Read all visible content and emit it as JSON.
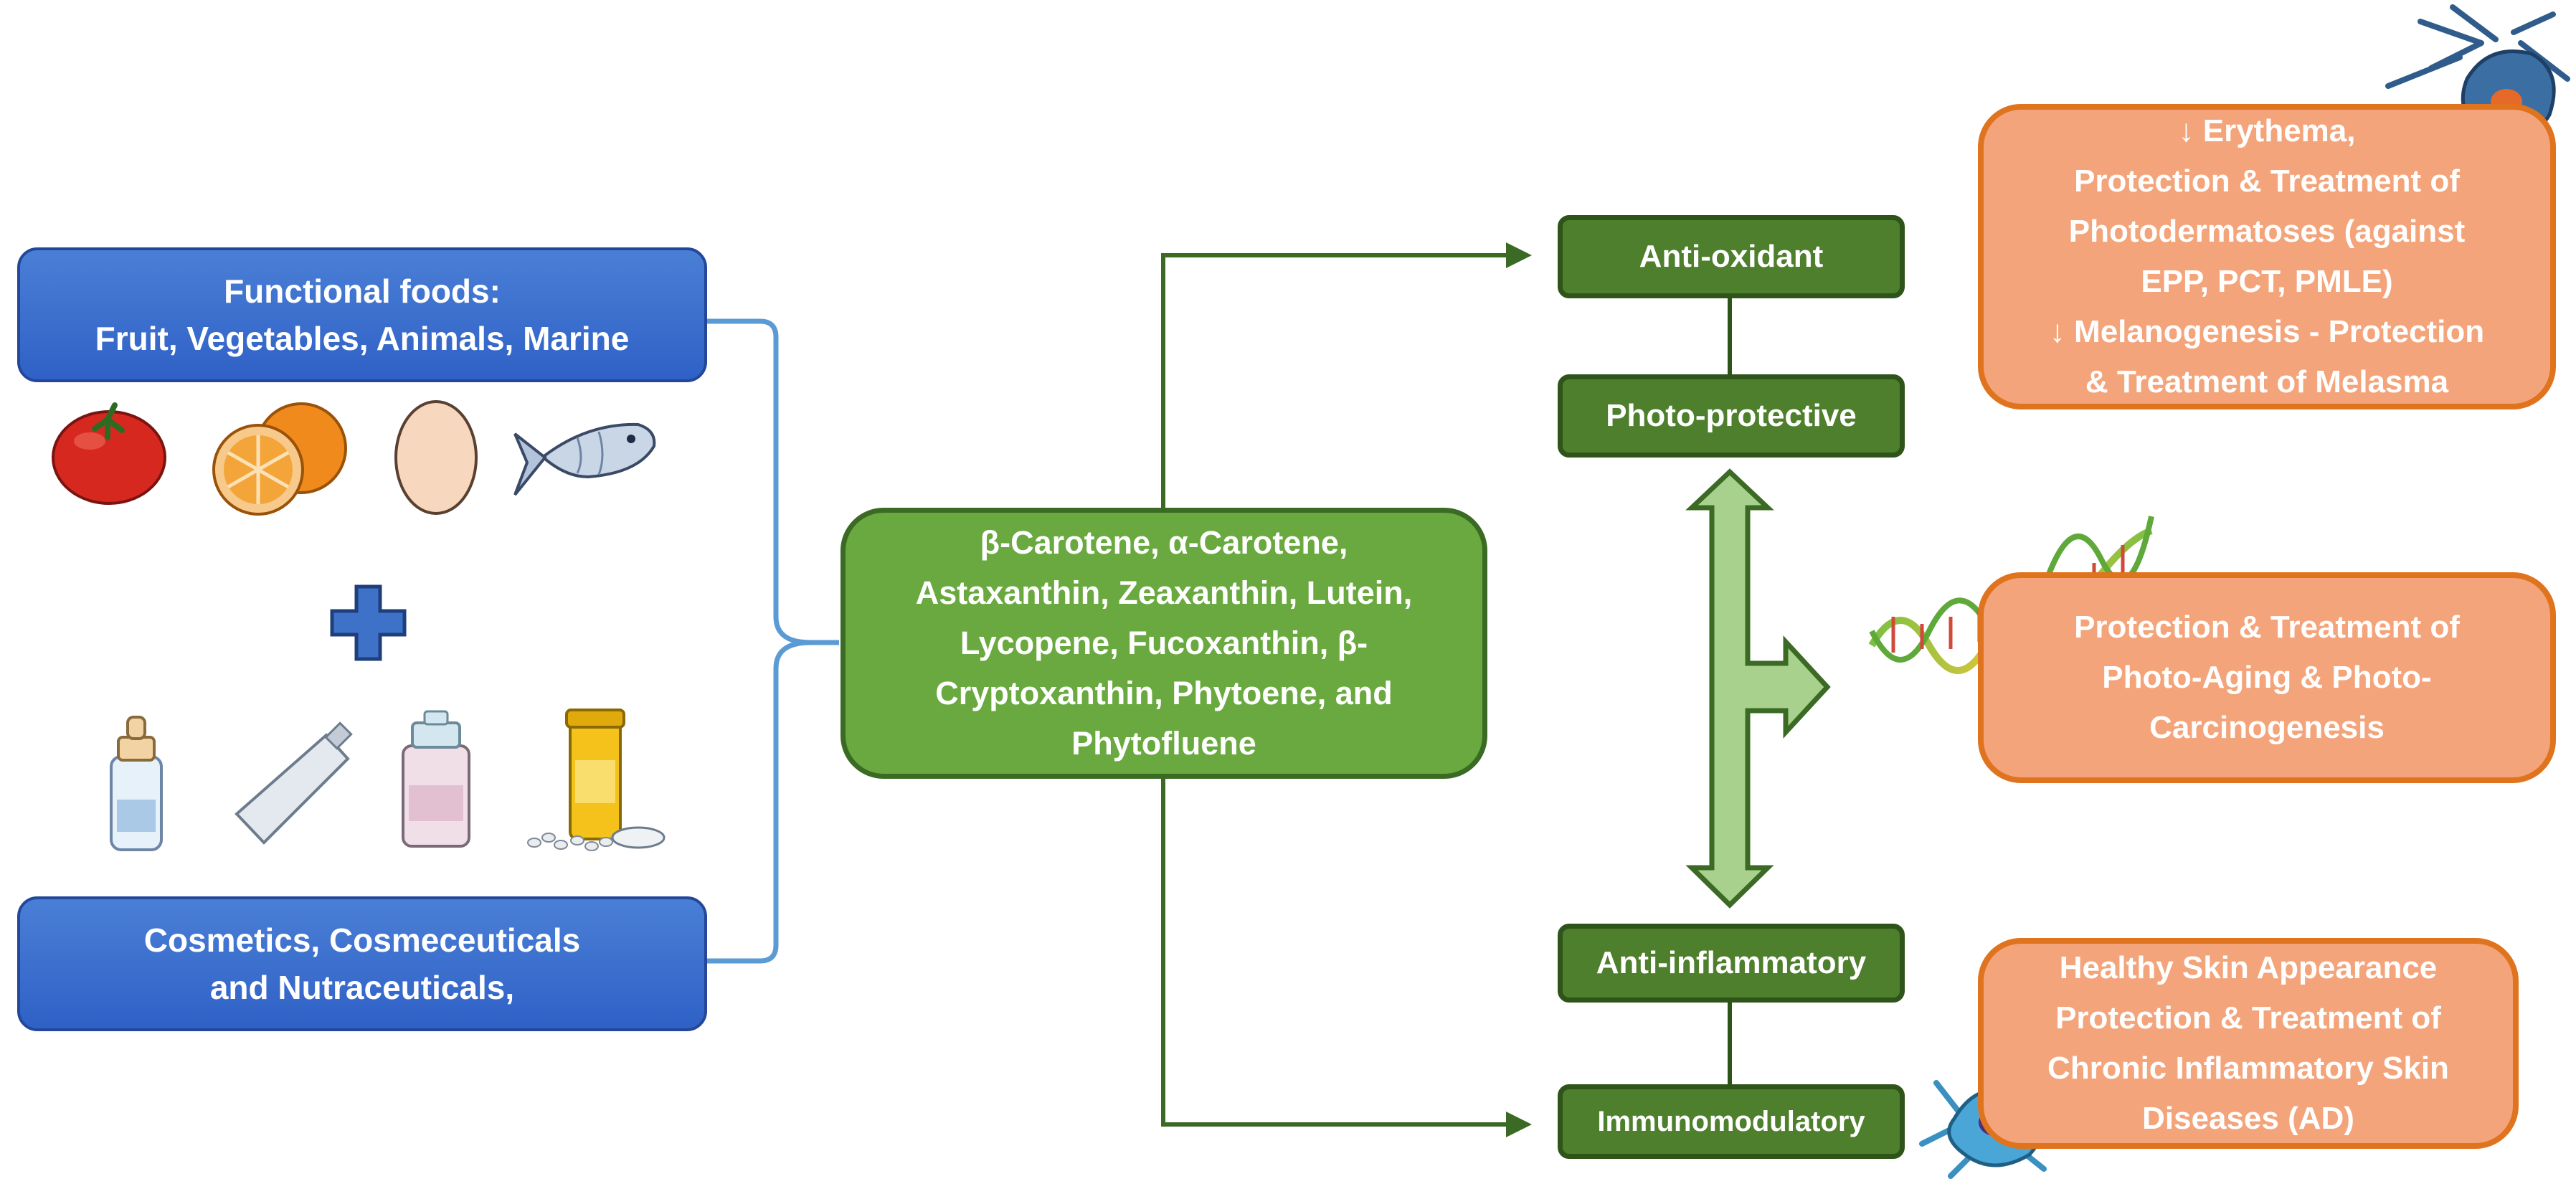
{
  "sources": {
    "functional_foods": {
      "lines": [
        "Functional foods:",
        "Fruit, Vegetables, Animals, Marine"
      ]
    },
    "cosmetics": {
      "lines": [
        "Cosmetics, Cosmeceuticals",
        "and Nutraceuticals,"
      ]
    },
    "food_icons": [
      "tomato-icon",
      "orange-icon",
      "egg-icon",
      "fish-icon"
    ],
    "product_icons": [
      "dropper-bottle-icon",
      "cream-tube-icon",
      "pump-bottle-icon",
      "pill-bottle-icon"
    ],
    "plus_icon": "plus-icon"
  },
  "carotenoids": {
    "lines": [
      "β-Carotene, α-Carotene,",
      "Astaxanthin, Zeaxanthin, Lutein,",
      "Lycopene, Fucoxanthin, β-",
      "Cryptoxanthin, Phytoene, and",
      "Phytofluene"
    ]
  },
  "effects": {
    "antioxidant": "Anti-oxidant",
    "photoprotective": "Photo-protective",
    "antiinflammatory": "Anti-inflammatory",
    "immunomodulatory": "Immunomodulatory"
  },
  "outcomes": {
    "erythema": {
      "lines": [
        "↓ Erythema,",
        "Protection & Treatment of",
        "Photodermatoses (against",
        "EPP, PCT, PMLE)",
        "↓ Melanogenesis - Protection",
        "& Treatment of Melasma"
      ]
    },
    "photoaging": {
      "lines": [
        "Protection & Treatment of",
        "Photo-Aging & Photo-",
        "Carcinogenesis"
      ]
    },
    "healthy_skin": {
      "lines": [
        "Healthy Skin Appearance",
        "Protection & Treatment of",
        "Chronic Inflammatory Skin",
        "Diseases (AD)"
      ]
    }
  },
  "decor_icons": [
    "melanocyte-icon",
    "dna-helix-icon",
    "immune-cell-icon"
  ],
  "colors": {
    "blue": "#3567cb",
    "green_main": "#6aa940",
    "green_dark": "#4e7f2c",
    "orange": "#f4a47a",
    "orange_border": "#e0731e",
    "bracket": "#5b9bd5"
  }
}
